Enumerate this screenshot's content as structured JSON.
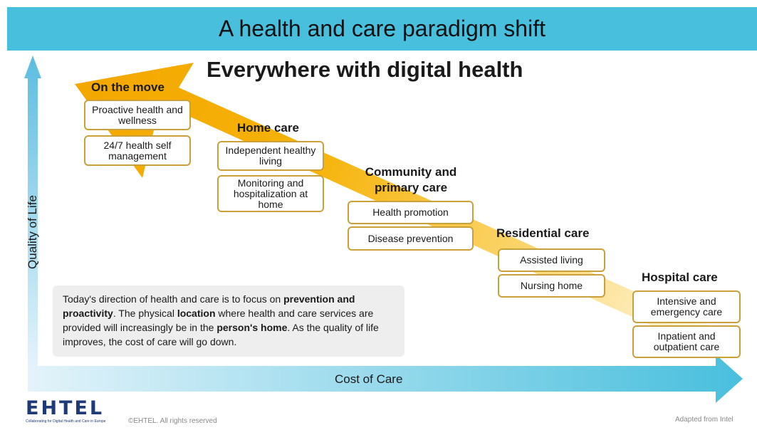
{
  "title": "A health and care paradigm shift",
  "headline": "Everywhere with digital health",
  "axes": {
    "x_label": "Cost of Care",
    "y_label": "Quality of Life"
  },
  "stages": [
    {
      "header": "On the move",
      "items": [
        "Proactive health and wellness",
        "24/7 health self management"
      ]
    },
    {
      "header": "Home care",
      "items": [
        "Independent healthy living",
        "Monitoring and hospitalization at home"
      ]
    },
    {
      "header": "Community and primary care",
      "items": [
        "Health promotion",
        "Disease prevention"
      ]
    },
    {
      "header": "Residential care",
      "items": [
        "Assisted living",
        "Nursing home"
      ]
    },
    {
      "header": "Hospital care",
      "items": [
        "Intensive and emergency care",
        "Inpatient and outpatient care"
      ]
    }
  ],
  "note": {
    "t1": "Today's direction of health and care is to focus on ",
    "b1": "prevention and proactivity",
    "t2": ". The physical ",
    "b2": "location",
    "t3": " where health and care services are provided will increasingly be in the ",
    "b3": "person's home",
    "t4": ". As the quality of life improves, the cost of care will go down."
  },
  "footer": {
    "logo": "EHTEL",
    "tagline": "Collaborating for Digital Health and Care in Europe",
    "copyright": "©EHTEL. All rights reserved",
    "credit": "Adapted from Intel"
  },
  "colors": {
    "title_bar": "#48bfdd",
    "arrow_gold": "#f4ae00",
    "box_border": "#c9a03a",
    "axis_blue": "#5bbde0"
  }
}
